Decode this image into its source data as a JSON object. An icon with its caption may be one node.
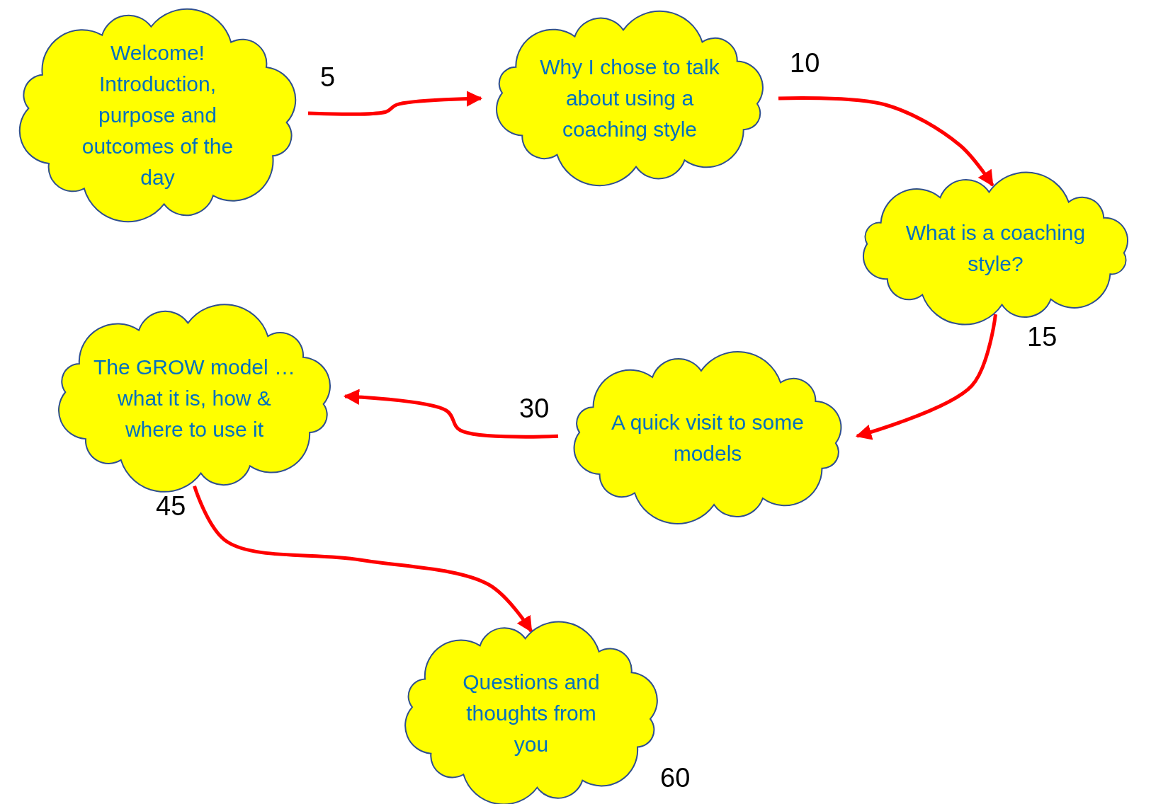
{
  "diagram": {
    "nodes": [
      {
        "text": [
          "Welcome! Introduction, purpose and outcomes of the day"
        ],
        "beside": [
          "5"
        ]
      },
      {
        "text": [
          "Why I chose to talk about using a coaching style"
        ],
        "beside": [
          "10"
        ]
      },
      {
        "text": [
          "What is a coaching style?"
        ],
        "beside": [
          "15"
        ]
      },
      {
        "text": [
          "A quick visit to some models"
        ],
        "beside": [
          "30"
        ]
      },
      {
        "text": [
          "The GROW model … what it is, how & where to use it"
        ],
        "beside": [
          "45"
        ]
      },
      {
        "text": [
          "Questions and thoughts from you"
        ],
        "beside": [
          "60"
        ]
      }
    ],
    "edges": [
      {
        "from": 0,
        "to": 1,
        "arrow": "to"
      },
      {
        "from": 1,
        "to": 2,
        "arrow": "to"
      },
      {
        "from": 2,
        "to": 3,
        "arrow": "to"
      },
      {
        "from": 3,
        "to": 4,
        "arrow": "to"
      },
      {
        "from": 4,
        "to": 5,
        "arrow": "to"
      }
    ]
  }
}
